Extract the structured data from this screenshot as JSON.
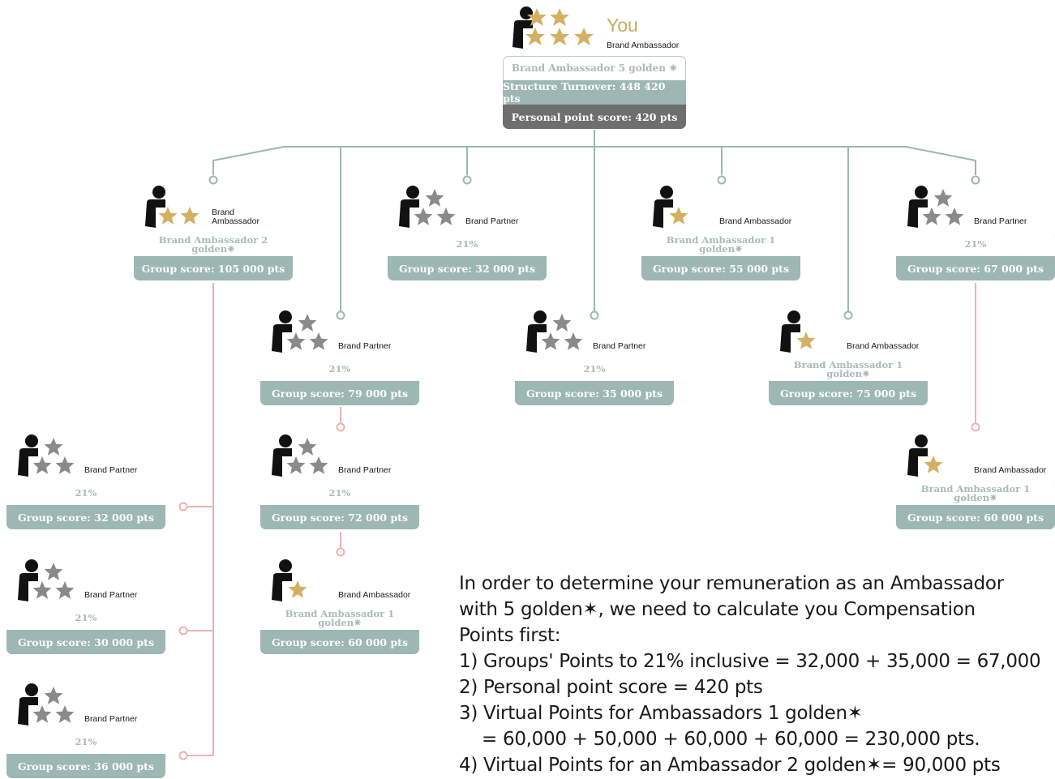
{
  "you": {
    "title": "You",
    "role": "Brand Ambassador",
    "rank": "Brand Ambassador 5 golden",
    "structure_turnover": "Structure Turnover: 448 420 pts",
    "personal_score": "Personal point score: 420 pts"
  },
  "star_symbol": "✷",
  "colors": {
    "gold": "#d4b063",
    "grey": "#8a8a8a",
    "teal": "#9db7b2",
    "pink": "#eeb1b1",
    "dark": "#6e6e6e"
  },
  "nodes": [
    {
      "id": "n1",
      "role": "Brand Ambassador",
      "rank": "Brand Ambassador 2 golden",
      "score": "Group score: 105 000 pts",
      "golden": 2
    },
    {
      "id": "n2",
      "role": "Brand Partner",
      "rank": "21%",
      "score": "Group score: 32 000 pts",
      "golden": 0
    },
    {
      "id": "n3",
      "role": "Brand Ambassador",
      "rank": "Brand Ambassador 1 golden",
      "score": "Group score: 55 000 pts",
      "golden": 1
    },
    {
      "id": "n4",
      "role": "Brand Partner",
      "rank": "21%",
      "score": "Group score: 67 000 pts",
      "golden": 0
    },
    {
      "id": "n5",
      "role": "Brand Partner",
      "rank": "21%",
      "score": "Group score: 79 000 pts",
      "golden": 0
    },
    {
      "id": "n6",
      "role": "Brand Partner",
      "rank": "21%",
      "score": "Group score: 35 000 pts",
      "golden": 0
    },
    {
      "id": "n7",
      "role": "Brand Ambassador",
      "rank": "Brand Ambassador 1 golden",
      "score": "Group score: 75 000 pts",
      "golden": 1
    },
    {
      "id": "n8",
      "role": "Brand Partner",
      "rank": "21%",
      "score": "Group score: 32 000 pts",
      "golden": 0
    },
    {
      "id": "n9",
      "role": "Brand Partner",
      "rank": "21%",
      "score": "Group score: 72 000 pts",
      "golden": 0
    },
    {
      "id": "n10",
      "role": "Brand Ambassador",
      "rank": "Brand Ambassador 1 golden",
      "score": "Group score: 60 000 pts",
      "golden": 1
    },
    {
      "id": "n11",
      "role": "Brand Partner",
      "rank": "21%",
      "score": "Group score: 30 000 pts",
      "golden": 0
    },
    {
      "id": "n12",
      "role": "Brand Ambassador",
      "rank": "Brand Ambassador 1 golden",
      "score": "Group score: 60 000 pts",
      "golden": 1
    },
    {
      "id": "n13",
      "role": "Brand Partner",
      "rank": "21%",
      "score": "Group score: 36 000 pts",
      "golden": 0
    }
  ],
  "explanation": {
    "line1": "In order to determine your remuneration as an Ambassador",
    "line2": "with 5 golden✶, we need to calculate you Compensation",
    "line3": "Points first:",
    "step1": "1) Groups' Points to 21% inclusive = 32,000 + 35,000 = 67,000",
    "step2": "2) Personal point score = 420 pts",
    "step3a": "3) Virtual Points for Ambassadors 1 golden✶",
    "step3b": "= 60,000 + 50,000 + 60,000 + 60,000 = 230,000 pts.",
    "step4": "4) Virtual Points for an Ambassador 2 golden✶= 90,000 pts"
  }
}
